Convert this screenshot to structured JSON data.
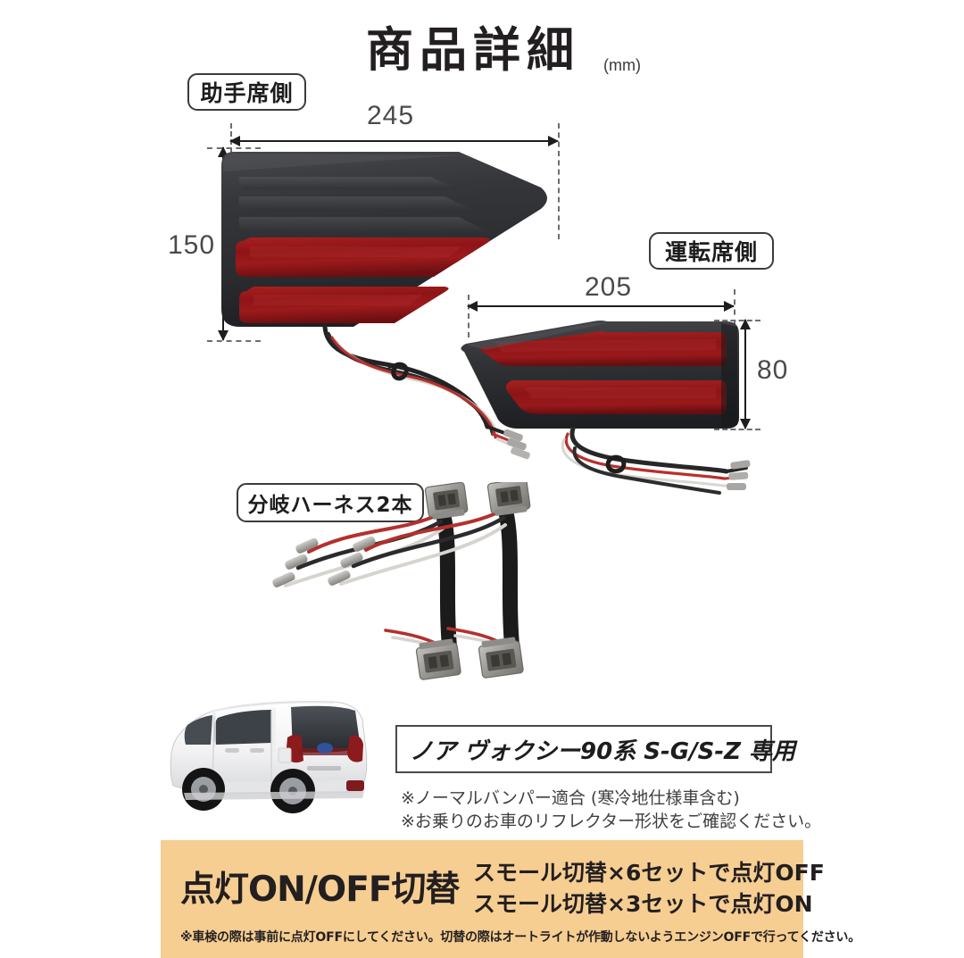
{
  "header": {
    "title": "商品詳細",
    "unit": "(mm)"
  },
  "badges": {
    "passenger_side": "助手席側",
    "driver_side": "運転席側",
    "harness": "分岐ハーネス2本"
  },
  "dimensions": {
    "passenger_width": "245",
    "passenger_height": "150",
    "driver_width": "205",
    "driver_height": "80"
  },
  "vehicle": {
    "model_label": "ノア ヴォクシー90系 S-G/S-Z 専用",
    "note_1": "※ノーマルバンパー適合 (寒冷地仕様車含む)",
    "note_2": "※お乗りのお車のリフレクター形状をご確認ください。"
  },
  "banner": {
    "title": "点灯ON/OFF切替",
    "line_1_prefix": "スモール切替×",
    "line_1_count": "6セット",
    "line_1_suffix": "で点灯OFF",
    "line_2_prefix": "スモール切替×",
    "line_2_count": "3セット",
    "line_2_suffix": "で点灯ON",
    "note": "※車検の際は事前に点灯OFFにしてください。切替の際はオートライトが作動しないようエンジンOFFで行ってください。",
    "background_color": "#f6ce92"
  },
  "colors": {
    "reflector_red": "#8f1417",
    "reflector_body": "#2f3033",
    "accent_orange": "#f6ce92",
    "ink": "#231f20"
  }
}
